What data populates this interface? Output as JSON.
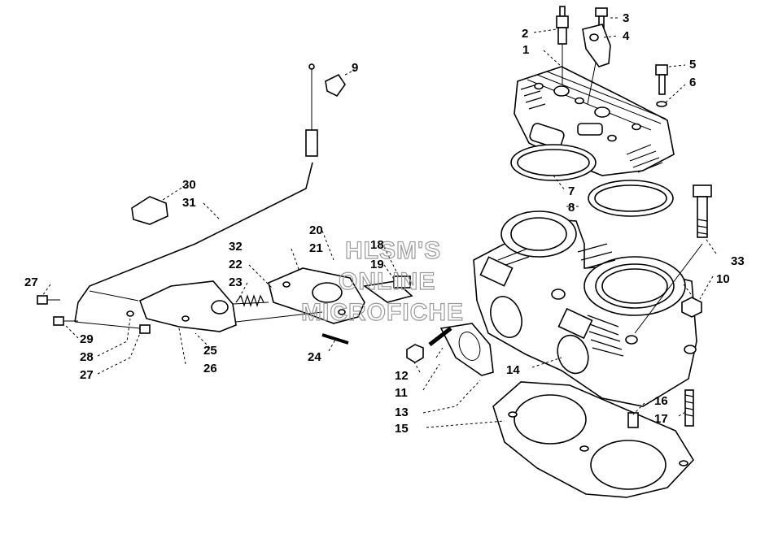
{
  "watermark": {
    "line1": "HLSM'S",
    "line2": "ONLINE",
    "line3": "MICROFICHE"
  },
  "callouts": {
    "c1": "1",
    "c2": "2",
    "c3": "3",
    "c4": "4",
    "c5": "5",
    "c6": "6",
    "c7": "7",
    "c8": "8",
    "c9": "9",
    "c10": "10",
    "c11": "11",
    "c12": "12",
    "c13": "13",
    "c14": "14",
    "c15": "15",
    "c16": "16",
    "c17": "17",
    "c18": "18",
    "c19": "19",
    "c20": "20",
    "c21": "21",
    "c22": "22",
    "c23": "23",
    "c24": "24",
    "c25": "25",
    "c26": "26",
    "c27a": "27",
    "c27b": "27",
    "c28": "28",
    "c29": "29",
    "c30": "30",
    "c31": "31",
    "c32": "32",
    "c33": "33"
  }
}
